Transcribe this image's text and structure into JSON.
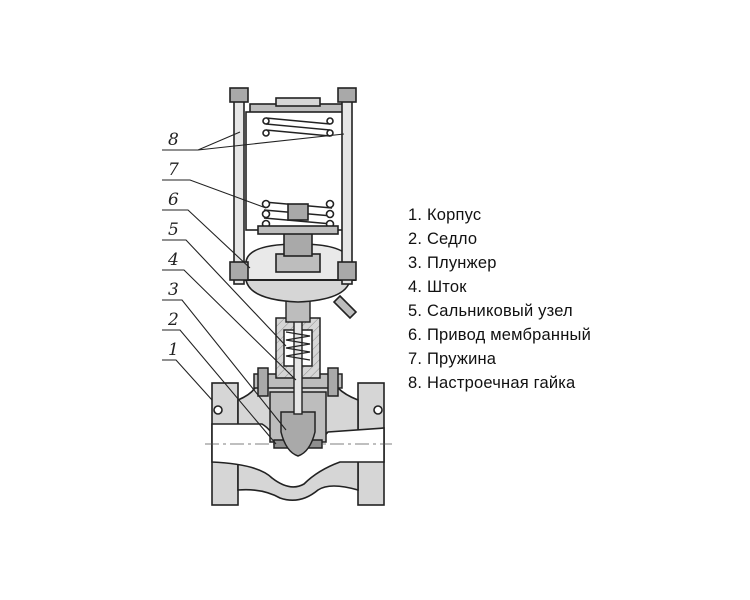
{
  "callouts": [
    "8",
    "7",
    "6",
    "5",
    "4",
    "3",
    "2",
    "1"
  ],
  "legend": [
    "1. Корпус",
    "2. Седло",
    "3. Плунжер",
    "4. Шток",
    "5. Сальниковый узел",
    "6. Привод мембранный",
    "7. Пружина",
    "8. Настроечная гайка"
  ],
  "colors": {
    "fill": "#d6d6d6",
    "fill_dark": "#a9a9a9",
    "line": "#222222",
    "background": "#ffffff"
  }
}
